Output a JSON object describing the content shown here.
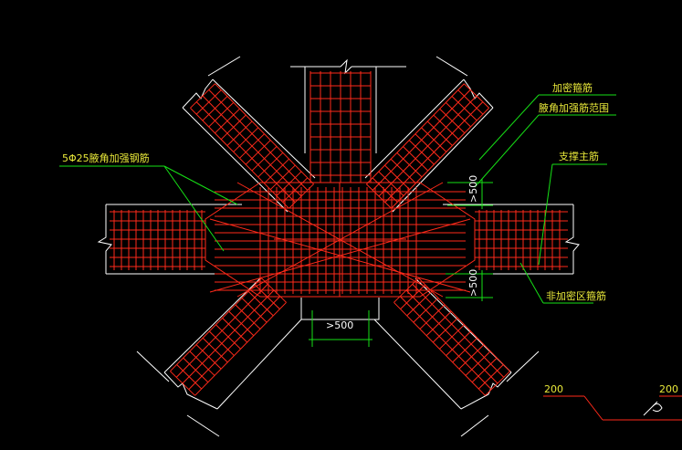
{
  "labels": {
    "stirrup_dense": "加密箍筋",
    "haunch_reinforcement_range": "腋角加强筋范围",
    "support_main_bar": "支撑主筋",
    "haunch_bar": "5Φ25腋角加强钢筋",
    "non_dense_stirrup": "非加密区箍筋"
  },
  "dimensions": {
    "dim_upper": ">500",
    "dim_lower": ">500",
    "dim_bottom": ">500",
    "detail_left": "200",
    "detail_right": "200"
  },
  "colors": {
    "background": "#000000",
    "outline": "#ffffff",
    "rebar": "#ff2a1a",
    "leader": "#16e016",
    "text": "#e9e93a",
    "detail_line": "#ff2a1a"
  }
}
